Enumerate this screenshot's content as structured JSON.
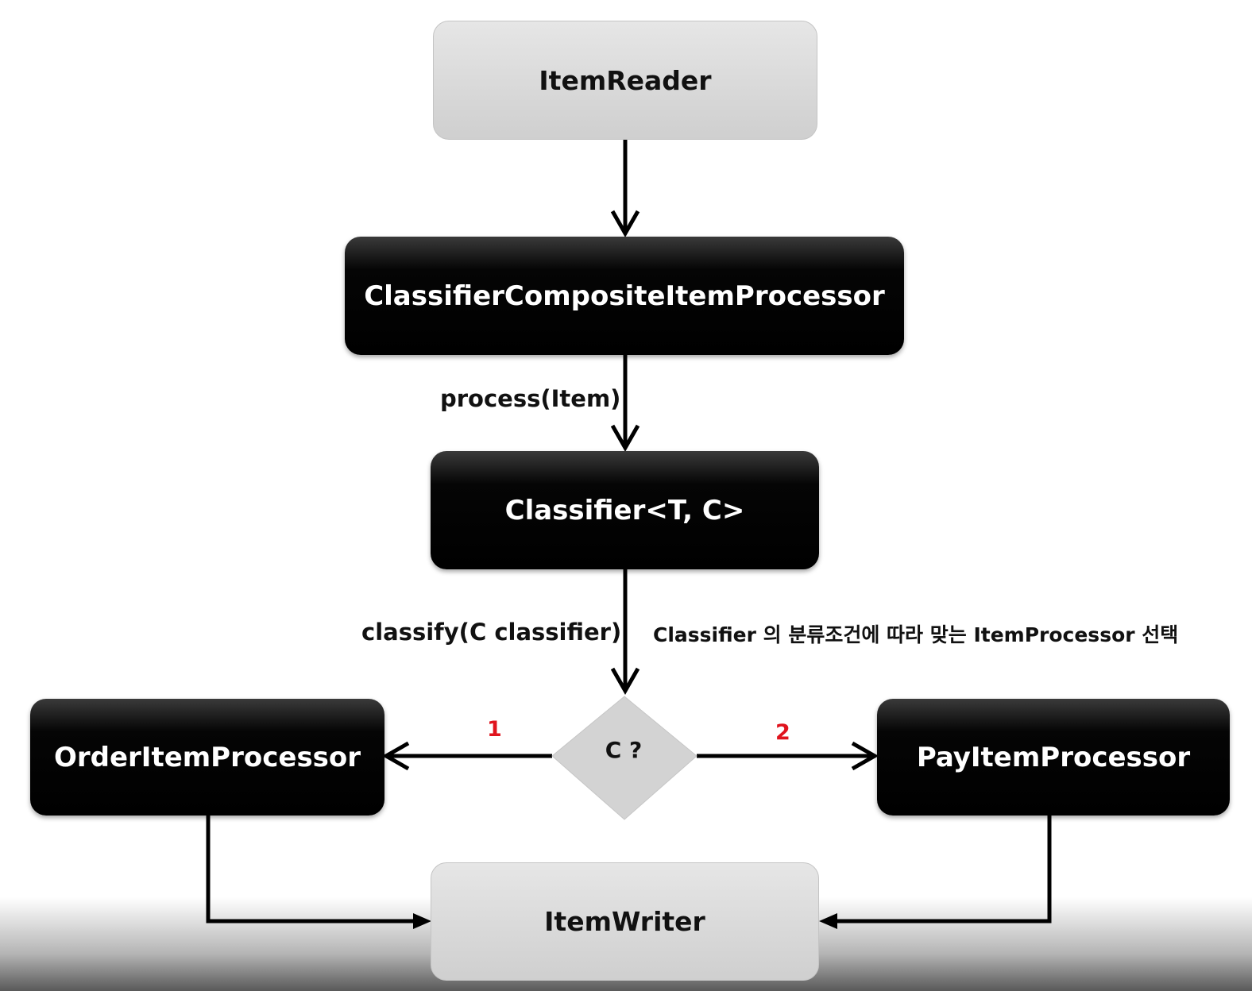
{
  "nodes": {
    "item_reader": "ItemReader",
    "classifier_composite": "ClassifierCompositeItemProcessor",
    "classifier": "Classifier<T, C>",
    "decision": "C ?",
    "order_processor": "OrderItemProcessor",
    "pay_processor": "PayItemProcessor",
    "item_writer": "ItemWriter"
  },
  "edges": {
    "process_label": "process(Item)",
    "classify_label": "classify(C classifier)",
    "selection_note": "Classifier 의 분류조건에 따라 맞는 ItemProcessor 선택",
    "branch_1": "1",
    "branch_2": "2"
  },
  "colors": {
    "dark_box": "#000000",
    "light_box": "#d4d4d4",
    "decision_fill": "#d3d3d3",
    "branch_number": "#e0141e",
    "line": "#000000"
  }
}
